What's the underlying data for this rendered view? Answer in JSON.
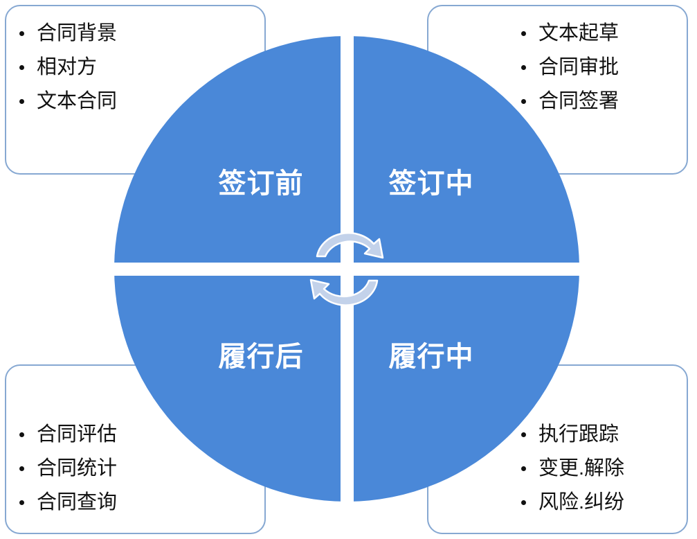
{
  "colors": {
    "circle": "#4a88d8",
    "box_border": "#86a8d2",
    "arrow": "#c3d2ea"
  },
  "quadrants": [
    {
      "label": "签订前",
      "items": [
        "合同背景",
        "相对方",
        "文本合同"
      ]
    },
    {
      "label": "签订中",
      "items": [
        "文本起草",
        "合同审批",
        "合同签署"
      ]
    },
    {
      "label": "履行后",
      "items": [
        "合同评估",
        "合同统计",
        "合同查询"
      ]
    },
    {
      "label": "履行中",
      "items": [
        "执行跟踪",
        "变更.解除",
        "风险.纠纷"
      ]
    }
  ]
}
